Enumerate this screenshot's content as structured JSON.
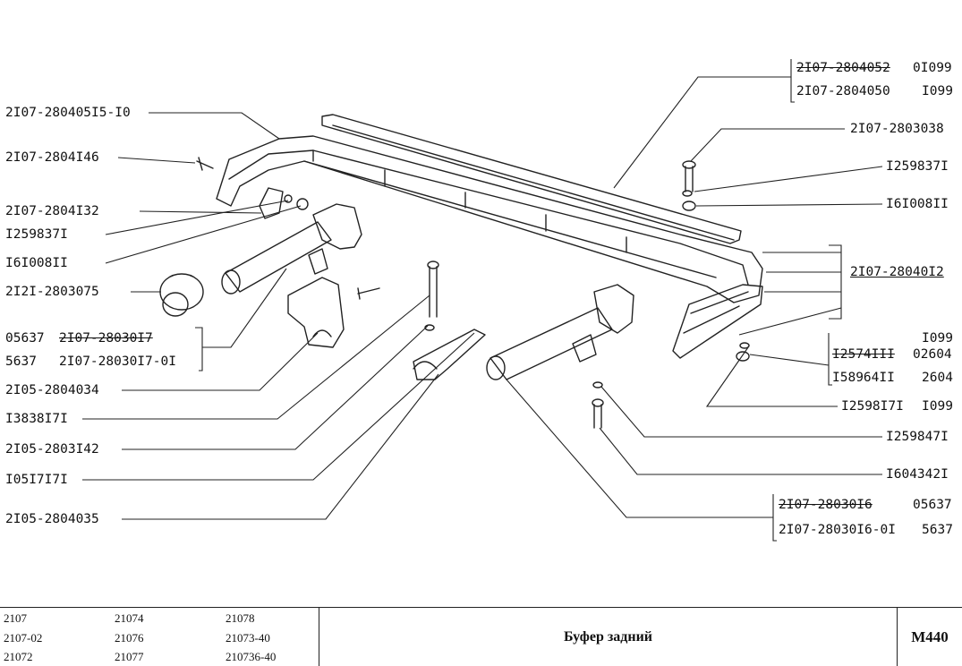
{
  "labels": {
    "bumper_assy": "2I07-280405I5-I0",
    "bolt_left": "2I07-2804I46",
    "bracket_small": "2I07-2804I32",
    "washer_left": "I259837I",
    "nut_left": "I6I008II",
    "plug": "2I2I-2803075",
    "bracket_l_a_prefix": "05637",
    "bracket_l_a_part": "2I07-28030I7",
    "bracket_l_b_prefix": "5637",
    "bracket_l_b_part": "2I07-28030I7-0I",
    "clamp_left": "2I05-2804034",
    "bolt_long": "I3838I7I",
    "bracket_mount": "2I05-2803I42",
    "washer_long": "I05I7I7I",
    "clamp_right": "2I05-2804035",
    "beam_a_part": "2I07-2804052",
    "beam_a_code": "0I099",
    "beam_b_part": "2I07-2804050",
    "beam_b_code": "I099",
    "bolt_top": "2I07-2803038",
    "washer_top": "I259837I",
    "nut_top": "I6I008II",
    "end_caps": "2I07-28040I2",
    "nut_r_a_code": "I099",
    "nut_r_b_part": "I2574III",
    "nut_r_b_code": "02604",
    "nut_r_c_part": "I58964II",
    "nut_r_c_code": "2604",
    "washer_r": "I2598I7I",
    "washer_r_code": "I099",
    "washer_r2": "I259847I",
    "bolt_r": "I604342I",
    "bracket_r_a_part": "2I07-28030I6",
    "bracket_r_a_code": "05637",
    "bracket_r_b_part": "2I07-28030I6-0I",
    "bracket_r_b_code": "5637"
  },
  "footer": {
    "models": [
      "2107",
      "21074",
      "21078",
      "2107-02",
      "21076",
      "21073-40",
      "21072",
      "21077",
      "210736-40"
    ],
    "title": "Буфер задний",
    "code": "М440"
  }
}
